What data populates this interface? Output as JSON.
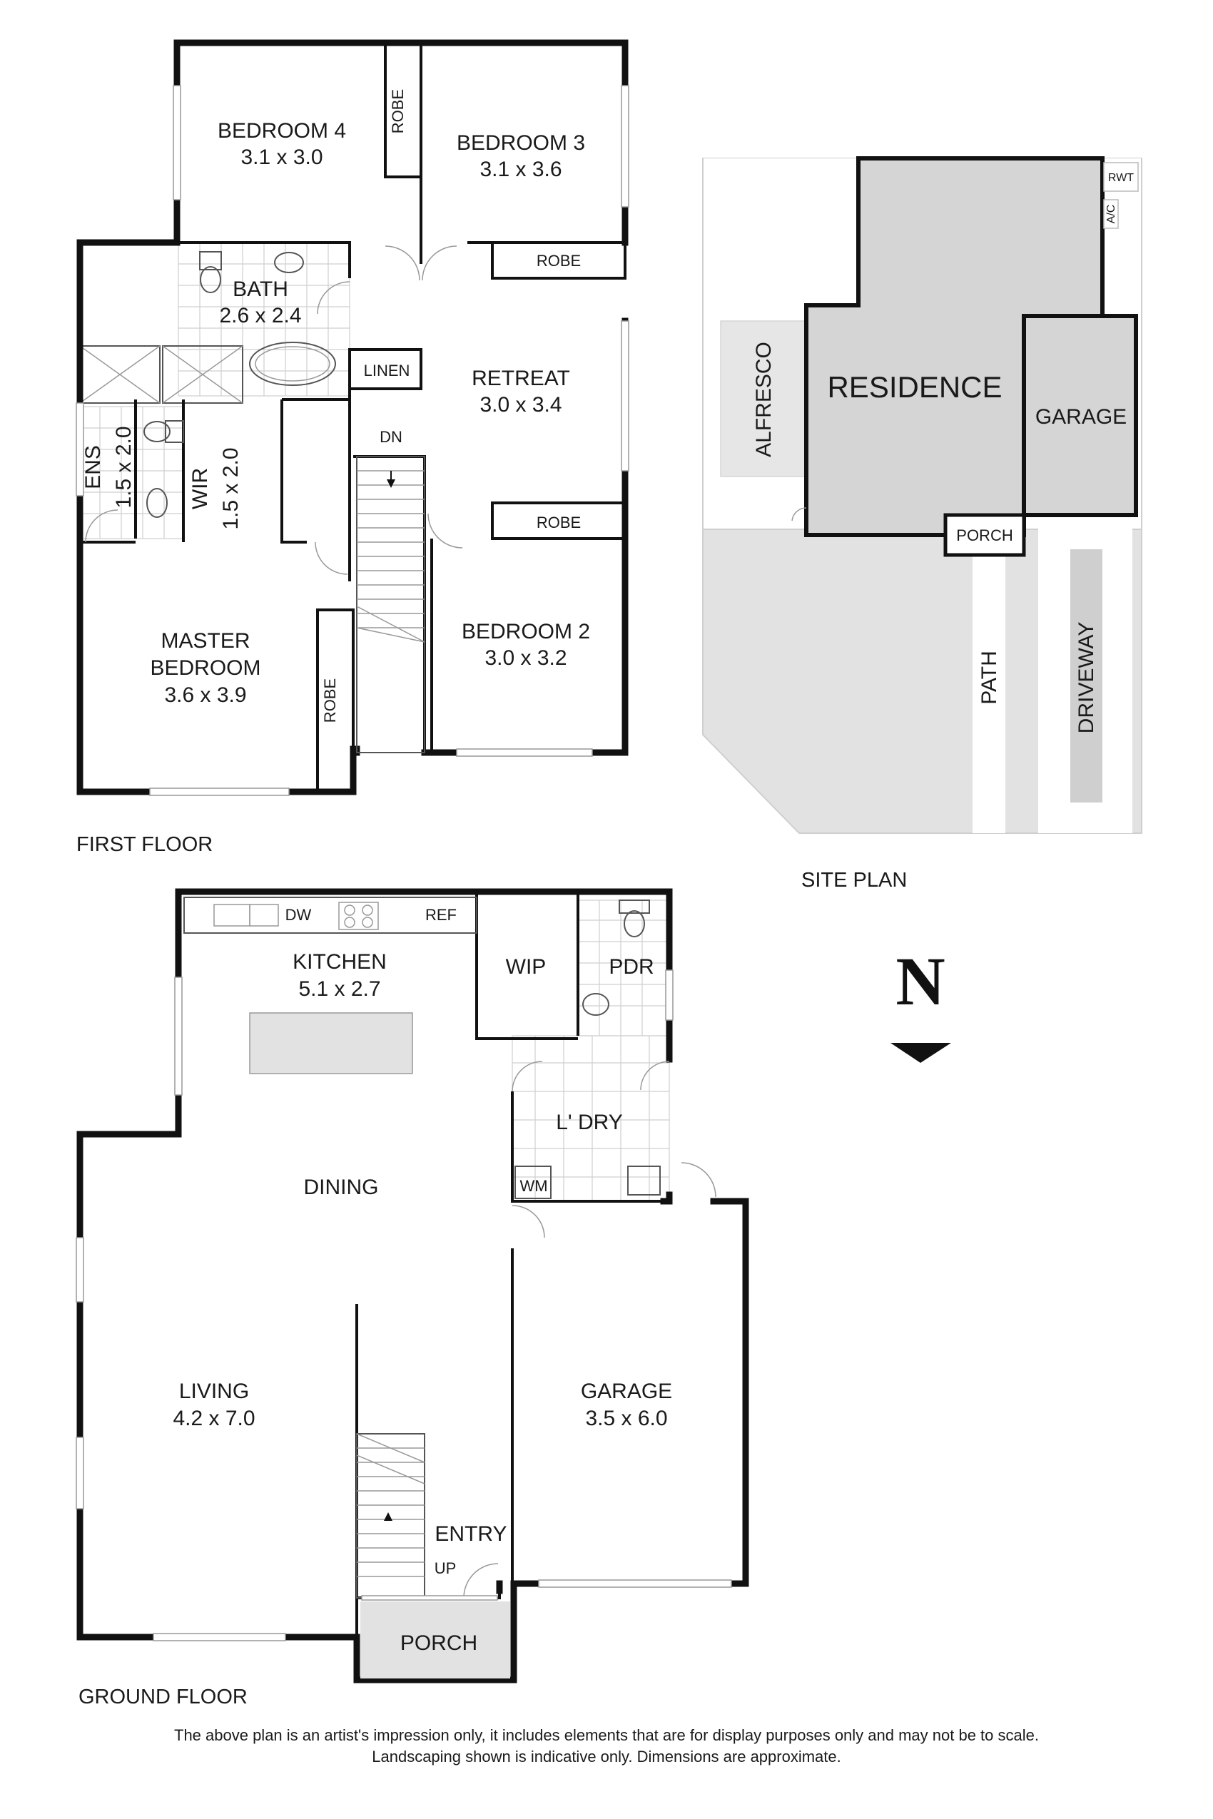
{
  "first_floor": {
    "title": "FIRST FLOOR",
    "rooms": {
      "bedroom4": {
        "name": "BEDROOM 4",
        "dims": "3.1 x 3.0"
      },
      "bedroom3": {
        "name": "BEDROOM 3",
        "dims": "3.1 x 3.6"
      },
      "bath": {
        "name": "BATH",
        "dims": "2.6 x 2.4"
      },
      "retreat": {
        "name": "RETREAT",
        "dims": "3.0 x 3.4"
      },
      "ens": {
        "name": "ENS",
        "dims": "1.5 x 2.0"
      },
      "wir": {
        "name": "WIR",
        "dims": "1.5 x 2.0"
      },
      "master": {
        "name_line1": "MASTER",
        "name_line2": "BEDROOM",
        "dims": "3.6 x 3.9"
      },
      "bedroom2": {
        "name": "BEDROOM 2",
        "dims": "3.0 x 3.2"
      }
    },
    "labels": {
      "robe": "ROBE",
      "linen": "LINEN",
      "dn": "DN"
    }
  },
  "ground_floor": {
    "title": "GROUND FLOOR",
    "rooms": {
      "kitchen": {
        "name": "KITCHEN",
        "dims": "5.1 x 2.7"
      },
      "wip": {
        "name": "WIP"
      },
      "pdr": {
        "name": "PDR"
      },
      "laundry": {
        "name": "L' DRY"
      },
      "dining": {
        "name": "DINING"
      },
      "living": {
        "name": "LIVING",
        "dims": "4.2 x 7.0"
      },
      "garage": {
        "name": "GARAGE",
        "dims": "3.5 x 6.0"
      },
      "entry": {
        "name": "ENTRY"
      },
      "porch": {
        "name": "PORCH"
      }
    },
    "labels": {
      "dw": "DW",
      "ref": "REF",
      "wm": "WM",
      "up": "UP"
    }
  },
  "site_plan": {
    "title": "SITE PLAN",
    "labels": {
      "residence": "RESIDENCE",
      "garage": "GARAGE",
      "alfresco": "ALFRESCO",
      "porch": "PORCH",
      "path": "PATH",
      "driveway": "DRIVEWAY",
      "rwt": "RWT",
      "ac": "A/C"
    }
  },
  "north": {
    "label": "N"
  },
  "disclaimer": {
    "line1": "The above plan is an artist's impression only, it includes elements that are for display purposes only and may not be to scale.",
    "line2": "Landscaping shown is indicative only. Dimensions are approximate."
  },
  "colors": {
    "wall": "#111111",
    "site_fill": "#e2e2e2",
    "site_dark": "#cccccc",
    "residence_fill": "#d5d5d5"
  }
}
